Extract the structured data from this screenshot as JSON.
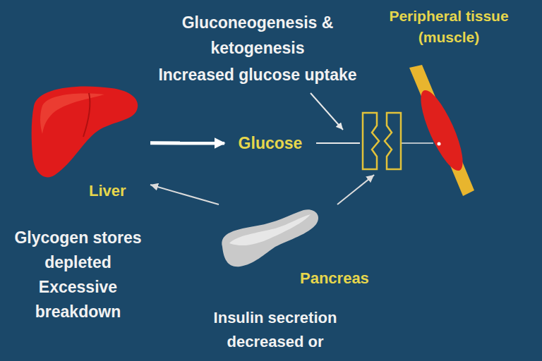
{
  "diagram": {
    "nodes": [
      {
        "text": [
          "Liver",
          "Glycogen stores depleted Excessive breakdown"
        ]
      },
      {
        "text": [
          "Glucose"
        ]
      },
      {
        "text": [
          "Peripheral tissue (muscle)"
        ]
      },
      {
        "text": [
          "Pancreas",
          "Insulin secretion decreased or"
        ]
      }
    ],
    "edges": [
      {
        "from": 0,
        "to": 1,
        "arrow": "to"
      },
      {
        "from": 1,
        "to": 2,
        "arrow": "none"
      },
      {
        "from": 3,
        "to": 0,
        "arrow": "to"
      },
      {
        "from": 3,
        "to": 2,
        "arrow": "to"
      }
    ],
    "labels": [
      "Gluconeogenesis & ketogenesis",
      "Increased glucose uptake"
    ]
  }
}
